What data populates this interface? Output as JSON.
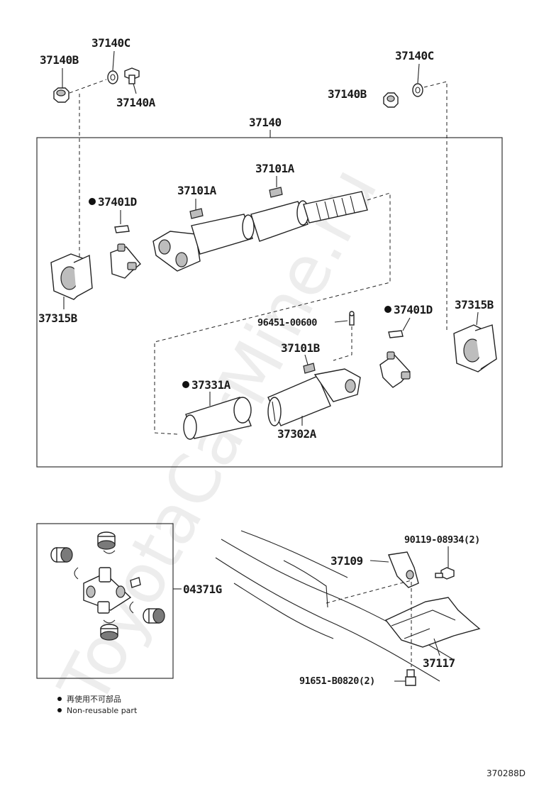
{
  "watermark": "ToyotaCarMine.ru",
  "labels": {
    "p37140B_top_left": "37140B",
    "p37140C_top_left": "37140C",
    "p37140A": "37140A",
    "p37140C_top_right": "37140C",
    "p37140B_top_right": "37140B",
    "p37140": "37140",
    "p37101A_left": "37101A",
    "p37101A_right": "37101A",
    "p37401D_left": "37401D",
    "p37315B_left": "37315B",
    "p96451": "96451-00600",
    "p37401D_right": "37401D",
    "p37315B_right": "37315B",
    "p37101B": "37101B",
    "p37331A": "37331A",
    "p37302A": "37302A",
    "p04371G": "04371G",
    "p90119": "90119-08934(2)",
    "p37109": "37109",
    "p37117": "37117",
    "p91651": "91651-B0820(2)"
  },
  "legend": {
    "jp": "再使用不可部品",
    "en": "Non-reusable part"
  },
  "ref_code": "370288D"
}
